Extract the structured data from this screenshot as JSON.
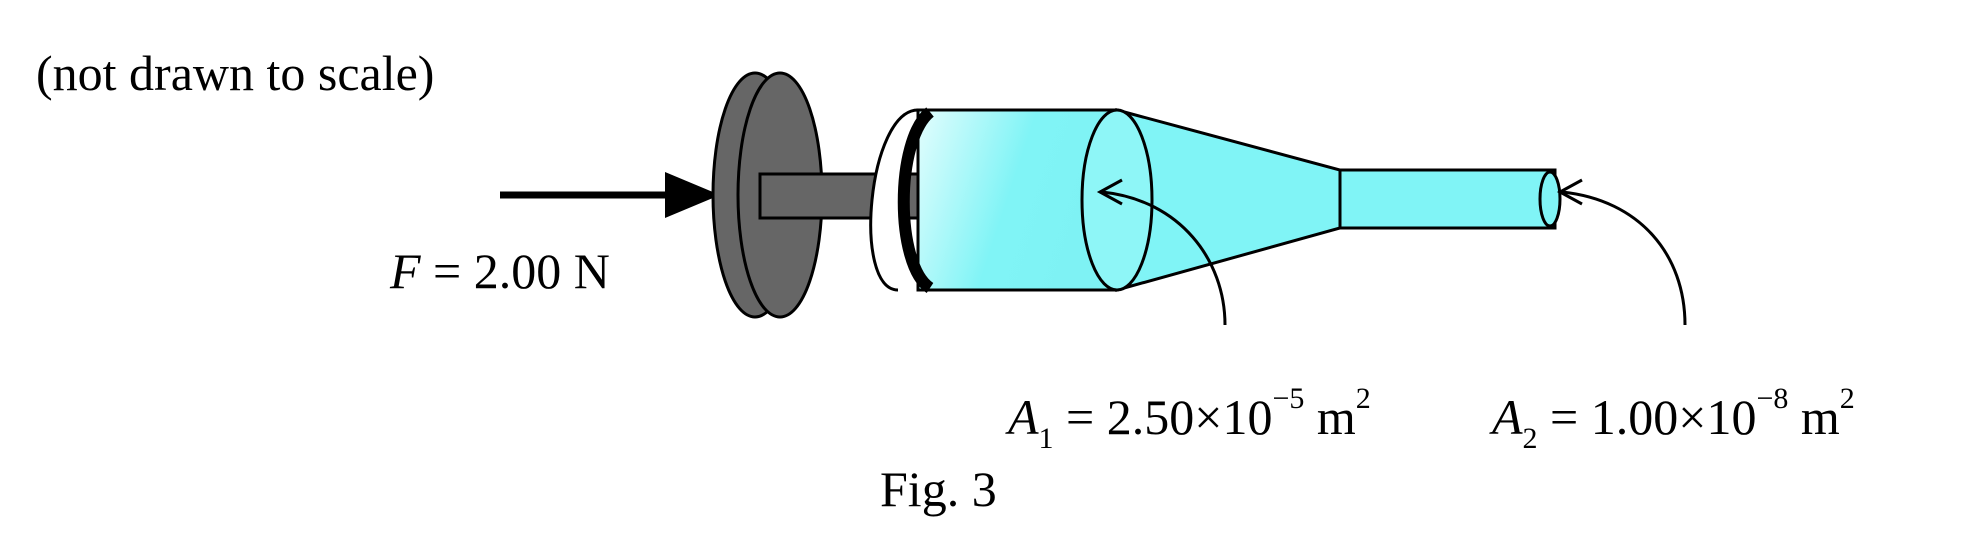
{
  "note": "(not drawn to scale)",
  "force": {
    "symbol": "F",
    "eq": "=",
    "value": "2.00 N"
  },
  "area1": {
    "symbol": "A",
    "sub": "1",
    "eq": "=",
    "mantissa": "2.50",
    "times": "×",
    "base": "10",
    "exp": "−5",
    "unit": "m",
    "unit_exp": "2"
  },
  "area2": {
    "symbol": "A",
    "sub": "2",
    "eq": "=",
    "mantissa": "1.00",
    "times": "×",
    "base": "10",
    "exp": "−8",
    "unit": "m",
    "unit_exp": "2"
  },
  "caption": "Fig. 3",
  "colors": {
    "fluid": "#80f4f6",
    "fluid_light": "#e3fdfd",
    "plunger": "#666666",
    "outline": "#000000"
  }
}
